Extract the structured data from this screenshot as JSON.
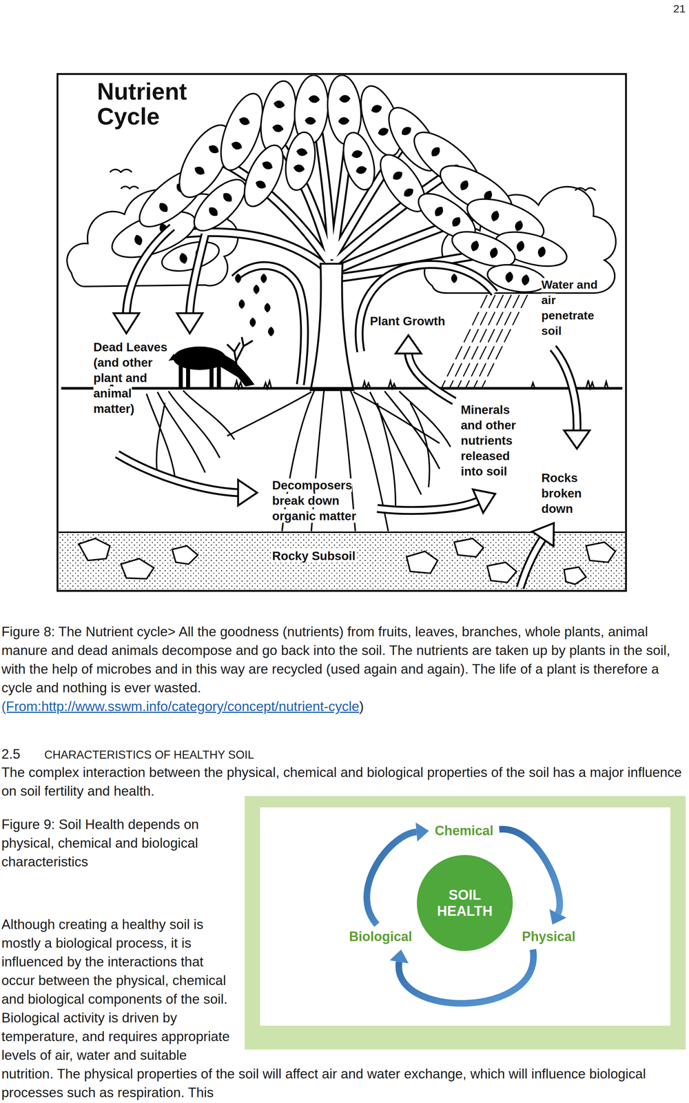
{
  "diagram": {
    "title": "Nutrient Cycle",
    "caption": "Figure 8: The Nutrient cycle> All the goodness (nutrients) from fruits, leaves, branches, whole plants, animal manure and dead animals decompose and go back into the soil. The nutrients are taken up by plants in the soil, with the help of microbes and in this way are recycled (used again and again). The life of a plant is therefore a cycle and nothing is ever wasted.",
    "nodes": [
      {
        "text": [
          "Chemical"
        ]
      },
      {
        "text": [
          "SOIL HEALTH"
        ]
      },
      {
        "text": [
          "Biological"
        ]
      },
      {
        "text": [
          "Physical"
        ]
      }
    ],
    "edges": [
      {
        "from": 0,
        "to": 3,
        "arrow": "to"
      },
      {
        "from": 3,
        "to": 2,
        "arrow": "to"
      },
      {
        "from": 2,
        "to": 0,
        "arrow": "to"
      }
    ],
    "labels": [
      "21",
      "Dead Leaves (and other plant and animal matter)",
      "Plant Growth",
      "Water and air penetrate soil",
      "Minerals and other nutrients released into soil",
      "Decomposers break down organic matter",
      "Rocks broken down",
      "Rocky Subsoil",
      "(From:http://www.sswm.info/category/concept/nutrient-cycle",
      ")",
      "2.5",
      "CHARACTERISTICS OF HEALTHY SOIL",
      "The complex interaction between the physical, chemical and biological properties of the soil has a major influence on soil fertility and health.",
      "Figure 9: Soil Health depends on physical, chemical and biological characteristics",
      "Although creating a healthy soil is mostly a biological process, it is influenced by the interactions that occur between the physical, chemical and biological components of the soil. Biological activity is driven by temperature, and requires appropriate levels of air, water and suitable nutrition. The physical properties of the soil will affect air and water exchange, which will influence biological processes such as respiration. This"
    ]
  }
}
